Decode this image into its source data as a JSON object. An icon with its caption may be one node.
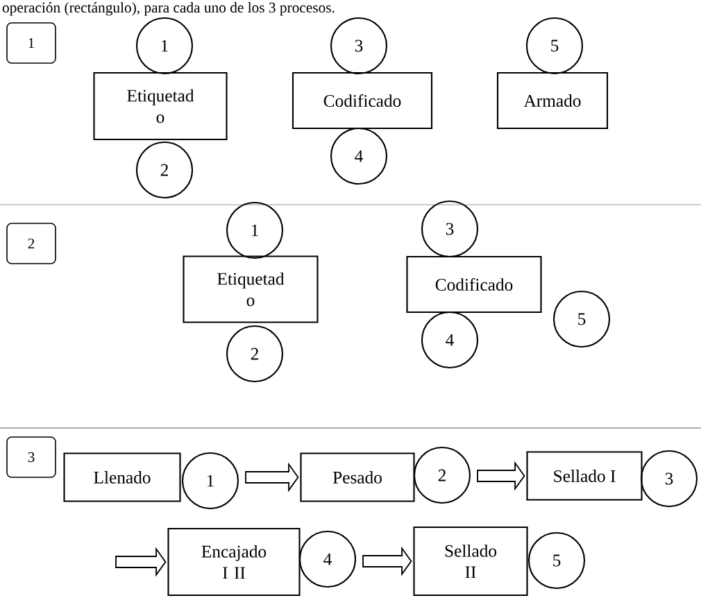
{
  "diagram": {
    "nodes": [
      {
        "text": [
          "1"
        ]
      },
      {
        "text": [
          "1"
        ]
      },
      {
        "text": [
          "3"
        ]
      },
      {
        "text": [
          "5"
        ]
      },
      {
        "text": [
          "Etiquetad o"
        ]
      },
      {
        "text": [
          "Codificado"
        ]
      },
      {
        "text": [
          "Armado"
        ]
      },
      {
        "text": [
          "2"
        ]
      },
      {
        "text": [
          "4"
        ]
      },
      {
        "text": [
          "2"
        ]
      },
      {
        "text": [
          "1"
        ]
      },
      {
        "text": [
          "3"
        ]
      },
      {
        "text": [
          "Etiquetad o"
        ]
      },
      {
        "text": [
          "Codificado"
        ]
      },
      {
        "text": [
          "5"
        ]
      },
      {
        "text": [
          "2"
        ]
      },
      {
        "text": [
          "4"
        ]
      },
      {
        "text": [
          "3"
        ]
      },
      {
        "text": [
          "Llenado"
        ]
      },
      {
        "text": [
          "1"
        ]
      },
      {
        "text": [
          "Pesado"
        ]
      },
      {
        "text": [
          "2"
        ]
      },
      {
        "text": [
          "Sellado I"
        ]
      },
      {
        "text": [
          "3"
        ]
      },
      {
        "text": [
          "Encajado I II"
        ]
      },
      {
        "text": [
          "4"
        ]
      },
      {
        "text": [
          "Sellado II"
        ]
      },
      {
        "text": [
          "5"
        ]
      }
    ],
    "edges": [
      {
        "from": 19,
        "to": 20,
        "arrow": "to"
      },
      {
        "from": 21,
        "to": 22,
        "arrow": "to"
      },
      {
        "from": null,
        "to": 24,
        "arrow": "to"
      },
      {
        "from": 25,
        "to": 26,
        "arrow": "to"
      }
    ],
    "labels": [
      "operación (rectángulo), para cada uno de los 3 procesos."
    ]
  }
}
